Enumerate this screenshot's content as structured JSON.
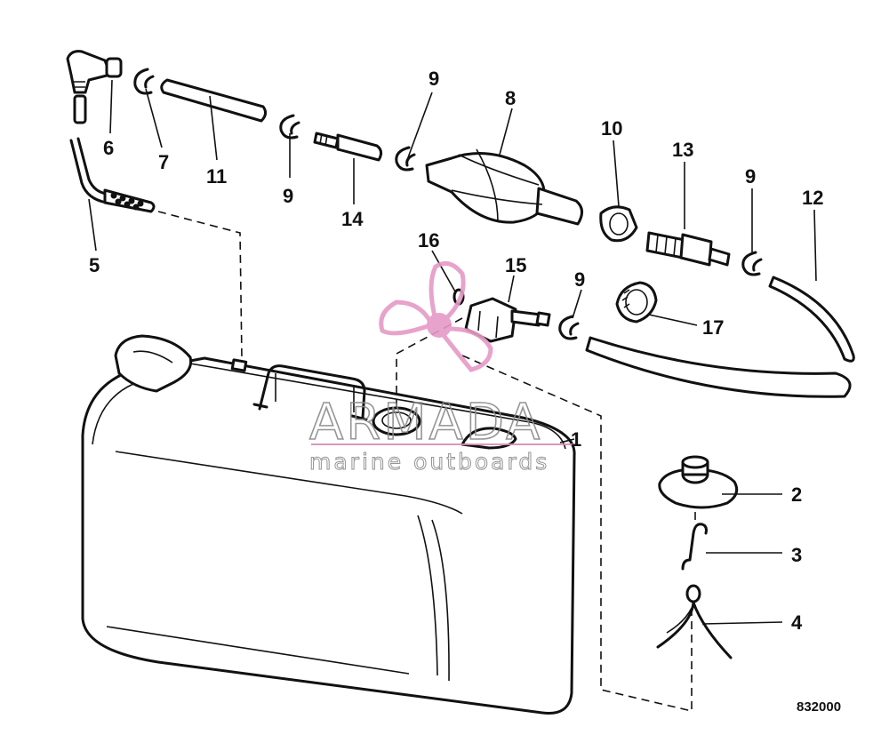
{
  "diagram": {
    "figure_code": "832000",
    "callouts": [
      {
        "id": "c1",
        "label": "1"
      },
      {
        "id": "c2",
        "label": "2"
      },
      {
        "id": "c3",
        "label": "3"
      },
      {
        "id": "c4",
        "label": "4"
      },
      {
        "id": "c5",
        "label": "5"
      },
      {
        "id": "c6",
        "label": "6"
      },
      {
        "id": "c7",
        "label": "7"
      },
      {
        "id": "c8",
        "label": "8"
      },
      {
        "id": "c9a",
        "label": "9"
      },
      {
        "id": "c9b",
        "label": "9"
      },
      {
        "id": "c9c",
        "label": "9"
      },
      {
        "id": "c9d",
        "label": "9"
      },
      {
        "id": "c10",
        "label": "10"
      },
      {
        "id": "c11",
        "label": "11"
      },
      {
        "id": "c12",
        "label": "12"
      },
      {
        "id": "c13",
        "label": "13"
      },
      {
        "id": "c14",
        "label": "14"
      },
      {
        "id": "c15",
        "label": "15"
      },
      {
        "id": "c16",
        "label": "16"
      },
      {
        "id": "c17",
        "label": "17"
      }
    ]
  },
  "watermark": {
    "title": "ARMADA",
    "subtitle": "marine outboards",
    "colors": {
      "accent": "#e59ac6",
      "text": "#8a8a8a"
    }
  }
}
